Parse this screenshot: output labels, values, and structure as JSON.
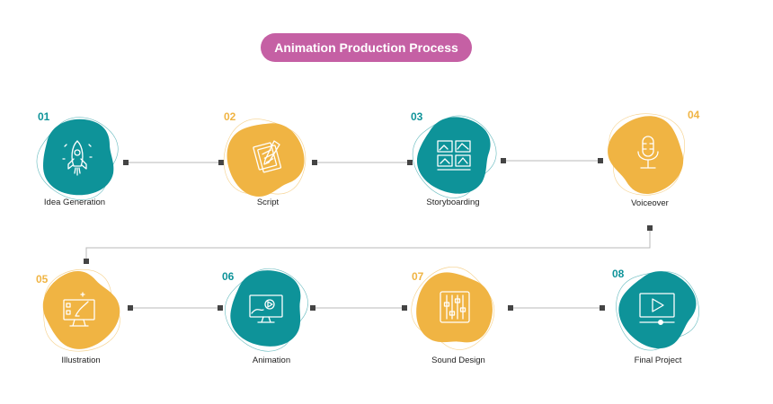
{
  "title": "Animation Production Process",
  "colors": {
    "teal": "#0e9399",
    "orange": "#f0b443",
    "pink": "#c560a4",
    "connector": "#b8b8b8",
    "node": "#444444"
  },
  "steps": [
    {
      "number": "01",
      "label": "Idea Generation",
      "color": "teal",
      "icon": "rocket-icon"
    },
    {
      "number": "02",
      "label": "Script",
      "color": "orange",
      "icon": "script-icon"
    },
    {
      "number": "03",
      "label": "Storyboarding",
      "color": "teal",
      "icon": "storyboard-icon"
    },
    {
      "number": "04",
      "label": "Voiceover",
      "color": "orange",
      "icon": "microphone-icon"
    },
    {
      "number": "05",
      "label": "Illustration",
      "color": "orange",
      "icon": "illustration-icon"
    },
    {
      "number": "06",
      "label": "Animation",
      "color": "teal",
      "icon": "animation-icon"
    },
    {
      "number": "07",
      "label": "Sound Design",
      "color": "orange",
      "icon": "sound-mixer-icon"
    },
    {
      "number": "08",
      "label": "Final Project",
      "color": "teal",
      "icon": "video-player-icon"
    }
  ]
}
